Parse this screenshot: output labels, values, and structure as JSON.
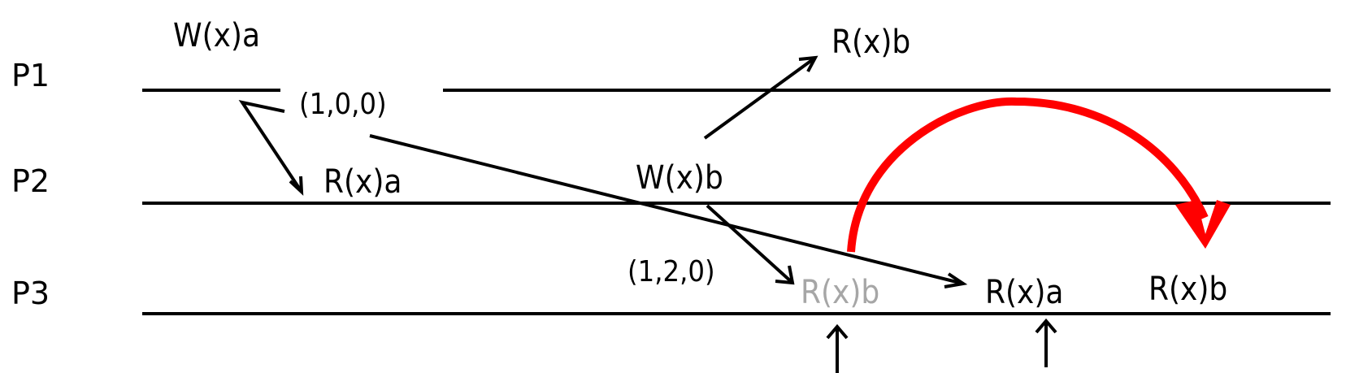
{
  "processes": [
    {
      "id": "p1",
      "label": "P1"
    },
    {
      "id": "p2",
      "label": "P2"
    },
    {
      "id": "p3",
      "label": "P3"
    }
  ],
  "operations": {
    "p1_write_a": "W(x)a",
    "p1_read_b": "R(x)b",
    "p2_read_a": "R(x)a",
    "p2_write_b": "W(x)b",
    "p3_read_b_delayed": "R(x)b",
    "p3_read_a": "R(x)a",
    "p3_read_b": "R(x)b"
  },
  "vector_clocks": {
    "p1_write_a_clock": "(1,0,0)",
    "p2_write_b_clock": "(1,2,0)"
  },
  "colors": {
    "line": "#000000",
    "faded_text": "#a6a6a6",
    "reorder_arc": "#ff0000"
  }
}
